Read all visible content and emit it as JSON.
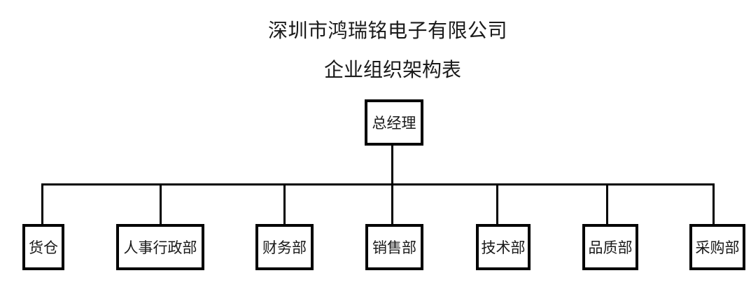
{
  "org": {
    "title": "深圳市鸿瑞铭电子有限公司",
    "subtitle": "企业组织架构表",
    "root": {
      "label": "总经理"
    },
    "departments": [
      {
        "label": "货仓"
      },
      {
        "label": "人事行政部"
      },
      {
        "label": "财务部"
      },
      {
        "label": "销售部"
      },
      {
        "label": "技术部"
      },
      {
        "label": "品质部"
      },
      {
        "label": "采购部"
      }
    ]
  },
  "colors": {
    "line": "#000000",
    "text": "#1a1a1a",
    "background": "#ffffff"
  }
}
